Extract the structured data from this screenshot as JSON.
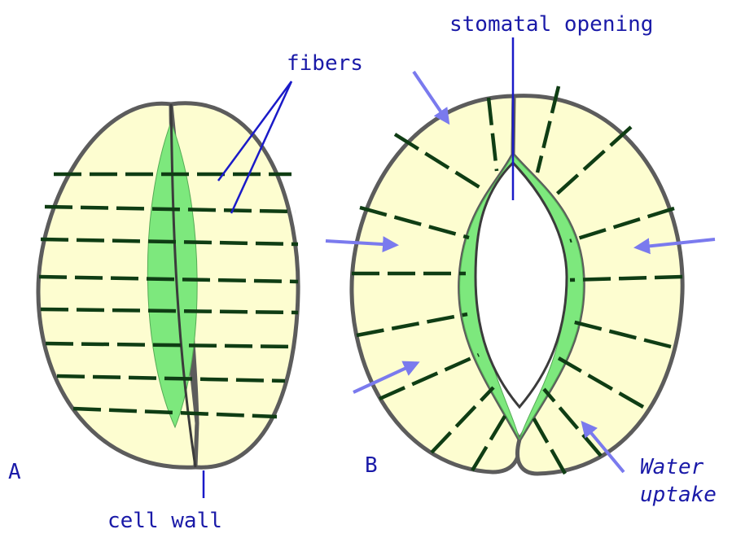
{
  "labels": {
    "stomatal_opening": "stomatal opening",
    "fibers": "fibers",
    "cell_wall": "cell wall",
    "panel_a": "A",
    "panel_b": "B",
    "water_uptake_line1": "Water",
    "water_uptake_line2": "uptake"
  },
  "colors": {
    "cytoplasm": "#fdfdd0",
    "wall_thickening": "#7de87d",
    "cell_outline": "#5c5c5c",
    "fiber": "#0f3d14",
    "label_text": "#1a1aa8",
    "pointer_line": "#1a1ac8",
    "water_arrow": "#7a7aee"
  }
}
